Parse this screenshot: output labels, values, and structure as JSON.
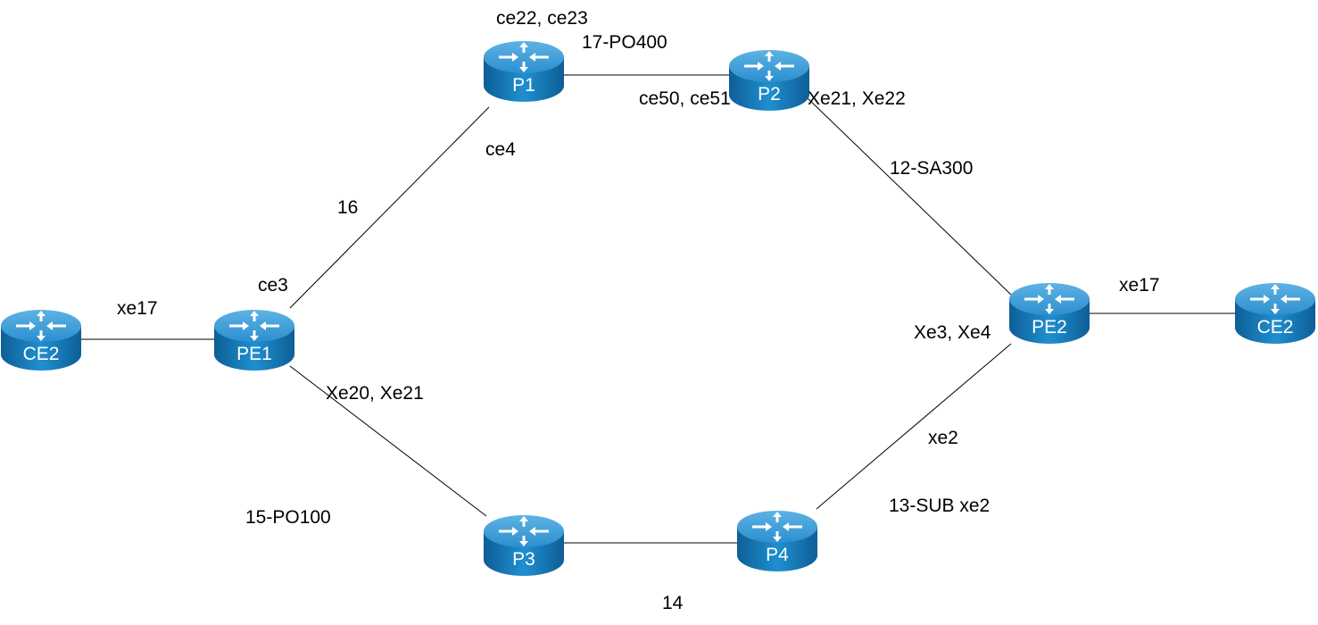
{
  "nodes": {
    "ce2_left": {
      "name": "CE2",
      "icon": "router-icon"
    },
    "pe1": {
      "name": "PE1",
      "icon": "router-icon"
    },
    "p1": {
      "name": "P1",
      "icon": "router-icon"
    },
    "p2": {
      "name": "P2",
      "icon": "router-icon"
    },
    "pe2": {
      "name": "PE2",
      "icon": "router-icon"
    },
    "ce2_right": {
      "name": "CE2",
      "icon": "router-icon"
    },
    "p3": {
      "name": "P3",
      "icon": "router-icon"
    },
    "p4": {
      "name": "P4",
      "icon": "router-icon"
    }
  },
  "labels": {
    "p1_ports": "ce22, ce23",
    "p1_p2_link": "17-PO400",
    "p2_ports_left": "ce50, ce51",
    "p2_ports_right": "Xe21, Xe22",
    "p1_port_down": "ce4",
    "pe1_p1_link": "16",
    "p2_pe2_link": "12-SA300",
    "pe1_port_up": "ce3",
    "ce2_pe1_port": "xe17",
    "pe2_ce2_port": "xe17",
    "pe2_ports": "Xe3, Xe4",
    "pe1_ports_down": "Xe20, Xe21",
    "p4_port": "xe2",
    "p4_pe2_link": "13-SUB xe2",
    "pe1_p3_link": "15-PO100",
    "p3_p4_link": "14"
  },
  "colors": {
    "router_body": "#1a7fc1",
    "router_top": "#4aa6dc",
    "router_dark": "#0d5f96",
    "link": "#000000"
  }
}
